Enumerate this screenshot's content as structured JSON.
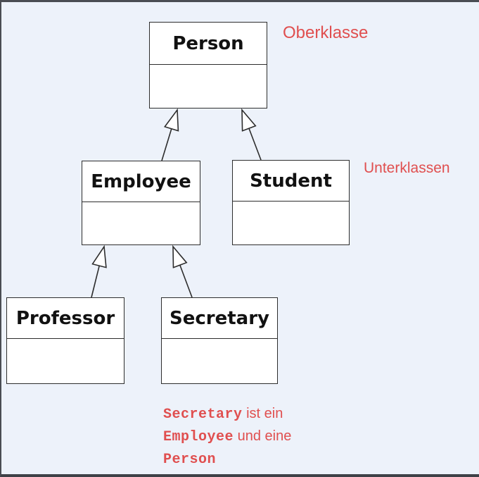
{
  "colors": {
    "background": "#edf2fa",
    "box_fill": "#ffffff",
    "box_border": "#2d2d2d",
    "annotation_red": "#e04f4f",
    "frame": "#4a4d53"
  },
  "diagram_type": "uml-class-inheritance",
  "classes": [
    {
      "name": "Person"
    },
    {
      "name": "Employee"
    },
    {
      "name": "Student"
    },
    {
      "name": "Professor"
    },
    {
      "name": "Secretary"
    }
  ],
  "inheritance": [
    {
      "from": "Employee",
      "to": "Person"
    },
    {
      "from": "Student",
      "to": "Person"
    },
    {
      "from": "Professor",
      "to": "Employee"
    },
    {
      "from": "Secretary",
      "to": "Employee"
    }
  ],
  "annotations": {
    "superclass_label": "Oberklasse",
    "subclass_label": "Unterklassen"
  },
  "caption": {
    "line1_code": "Secretary",
    "line1_text": " ist ein",
    "line2_code": "Employee",
    "line2_text": " und eine",
    "line3_code": "Person",
    "line3_text": ""
  }
}
